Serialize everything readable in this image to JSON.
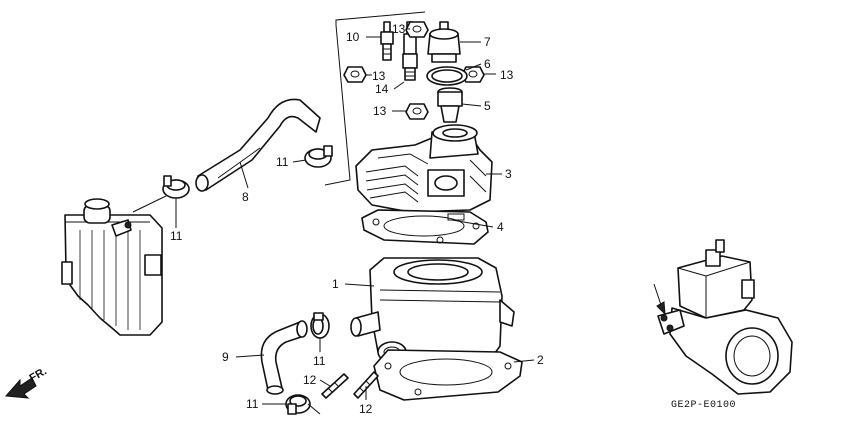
{
  "diagram_code": "GE2P-E0100",
  "front_marker": "FR.",
  "callouts": [
    {
      "id": "c1",
      "text": "1"
    },
    {
      "id": "c2",
      "text": "2"
    },
    {
      "id": "c3",
      "text": "3"
    },
    {
      "id": "c4",
      "text": "4"
    },
    {
      "id": "c5",
      "text": "5"
    },
    {
      "id": "c6",
      "text": "6"
    },
    {
      "id": "c7",
      "text": "7"
    },
    {
      "id": "c8",
      "text": "8"
    },
    {
      "id": "c9",
      "text": "9"
    },
    {
      "id": "c10",
      "text": "10"
    },
    {
      "id": "c11a",
      "text": "11"
    },
    {
      "id": "c11b",
      "text": "11"
    },
    {
      "id": "c11c",
      "text": "11"
    },
    {
      "id": "c11d",
      "text": "11"
    },
    {
      "id": "c12a",
      "text": "12"
    },
    {
      "id": "c12b",
      "text": "12"
    },
    {
      "id": "c13a",
      "text": "13"
    },
    {
      "id": "c13b",
      "text": "13"
    },
    {
      "id": "c13c",
      "text": "13"
    },
    {
      "id": "c13d",
      "text": "13"
    },
    {
      "id": "c14",
      "text": "14"
    }
  ]
}
